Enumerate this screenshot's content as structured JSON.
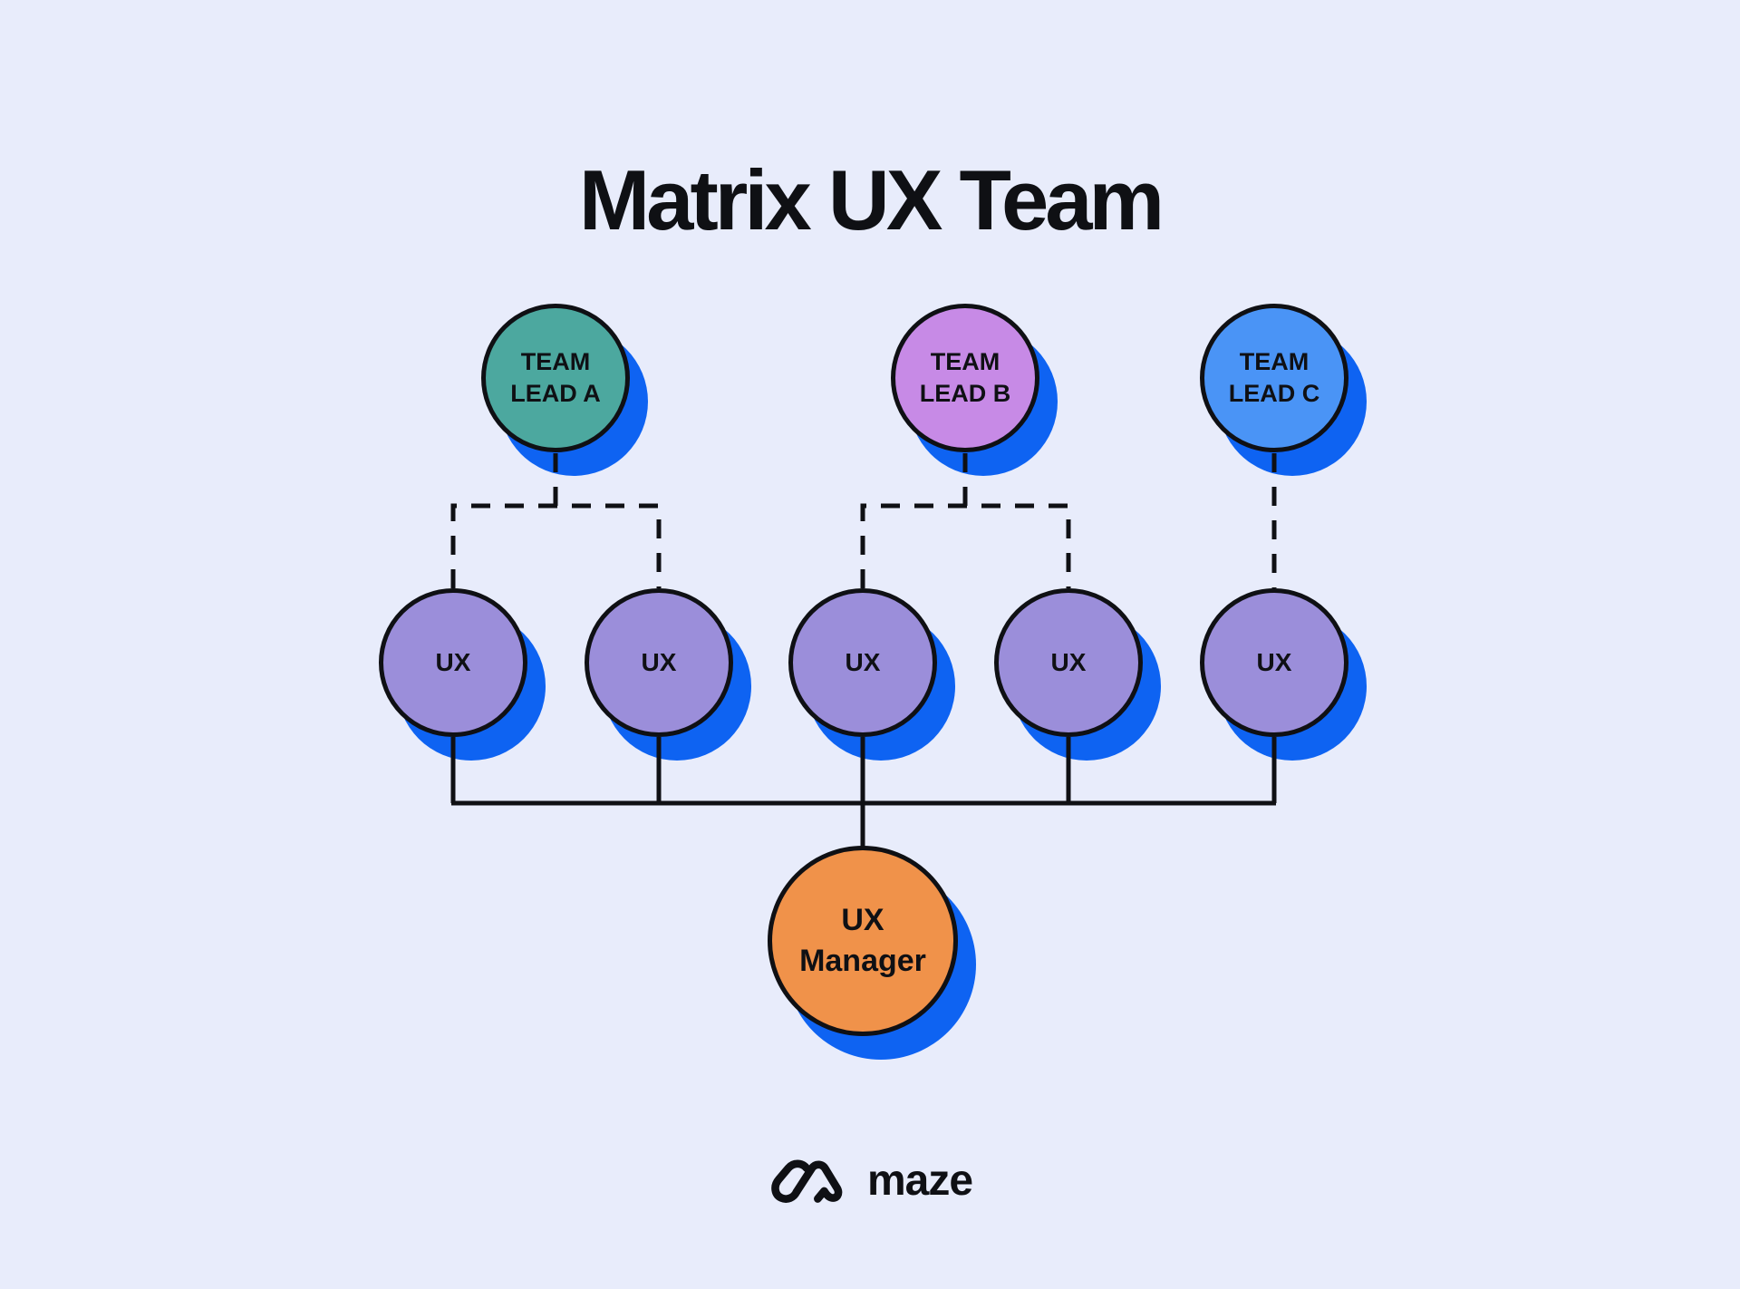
{
  "title": "Matrix UX Team",
  "colors": {
    "background": "#E8ECFB",
    "ink": "#0F1014",
    "node_shadow": "#0E63F2",
    "lead_a": "#4CA89F",
    "lead_b": "#C78AE6",
    "lead_c": "#4A94F6",
    "ux": "#9B8EDA",
    "manager": "#F0924A"
  },
  "nodes": {
    "leads": [
      {
        "line1": "TEAM",
        "line2": "LEAD A",
        "color": "#4CA89F"
      },
      {
        "line1": "TEAM",
        "line2": "LEAD B",
        "color": "#C78AE6"
      },
      {
        "line1": "TEAM",
        "line2": "LEAD C",
        "color": "#4A94F6"
      }
    ],
    "members": [
      {
        "label": "UX",
        "color": "#9B8EDA"
      },
      {
        "label": "UX",
        "color": "#9B8EDA"
      },
      {
        "label": "UX",
        "color": "#9B8EDA"
      },
      {
        "label": "UX",
        "color": "#9B8EDA"
      },
      {
        "label": "UX",
        "color": "#9B8EDA"
      }
    ],
    "manager": {
      "line1": "UX",
      "line2": "Manager",
      "color": "#F0924A"
    }
  },
  "connections": {
    "lead_to_ux_style": "dashed",
    "ux_to_manager_style": "solid"
  },
  "logo": {
    "icon": "maze-logomark",
    "brand": "maze"
  }
}
